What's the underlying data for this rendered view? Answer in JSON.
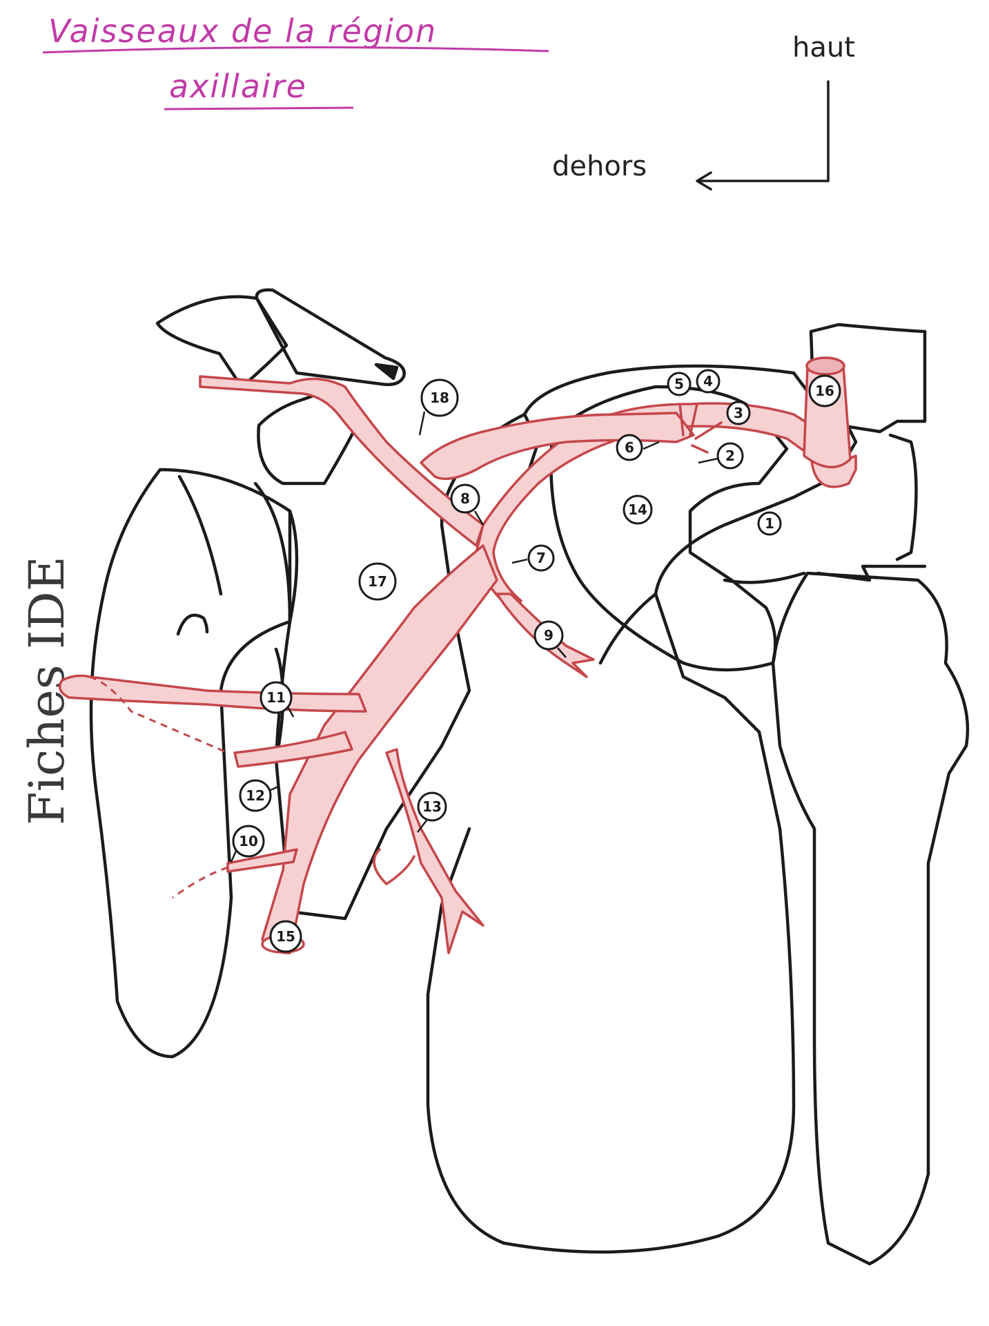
{
  "title": {
    "line1": "Vaisseaux de la région",
    "line2": "axillaire",
    "color": "#c13aa6"
  },
  "orientation": {
    "up": "haut",
    "lateral": "dehors"
  },
  "watermark": "Fiches IDE",
  "colors": {
    "bone_stroke": "#1b1b1b",
    "vessel_fill": "#f7d0d2",
    "vessel_stroke": "#c4474b"
  },
  "markers": [
    "1",
    "2",
    "3",
    "4",
    "5",
    "6",
    "7",
    "8",
    "9",
    "10",
    "11",
    "12",
    "13",
    "14",
    "15",
    "16",
    "17",
    "18"
  ]
}
